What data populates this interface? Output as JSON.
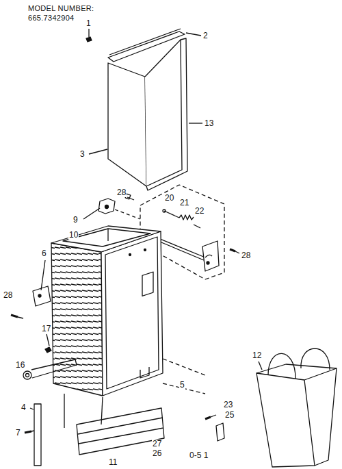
{
  "diagram": {
    "labels": [
      "MODEL NUMBER:",
      "665.7342904",
      "1",
      "2",
      "3",
      "13",
      "28",
      "20",
      "21",
      "22",
      "9",
      "10",
      "28",
      "6",
      "28",
      "17",
      "16",
      "5",
      "12",
      "23",
      "25",
      "4",
      "7",
      "27",
      "26",
      "11",
      "0-5 1"
    ]
  }
}
